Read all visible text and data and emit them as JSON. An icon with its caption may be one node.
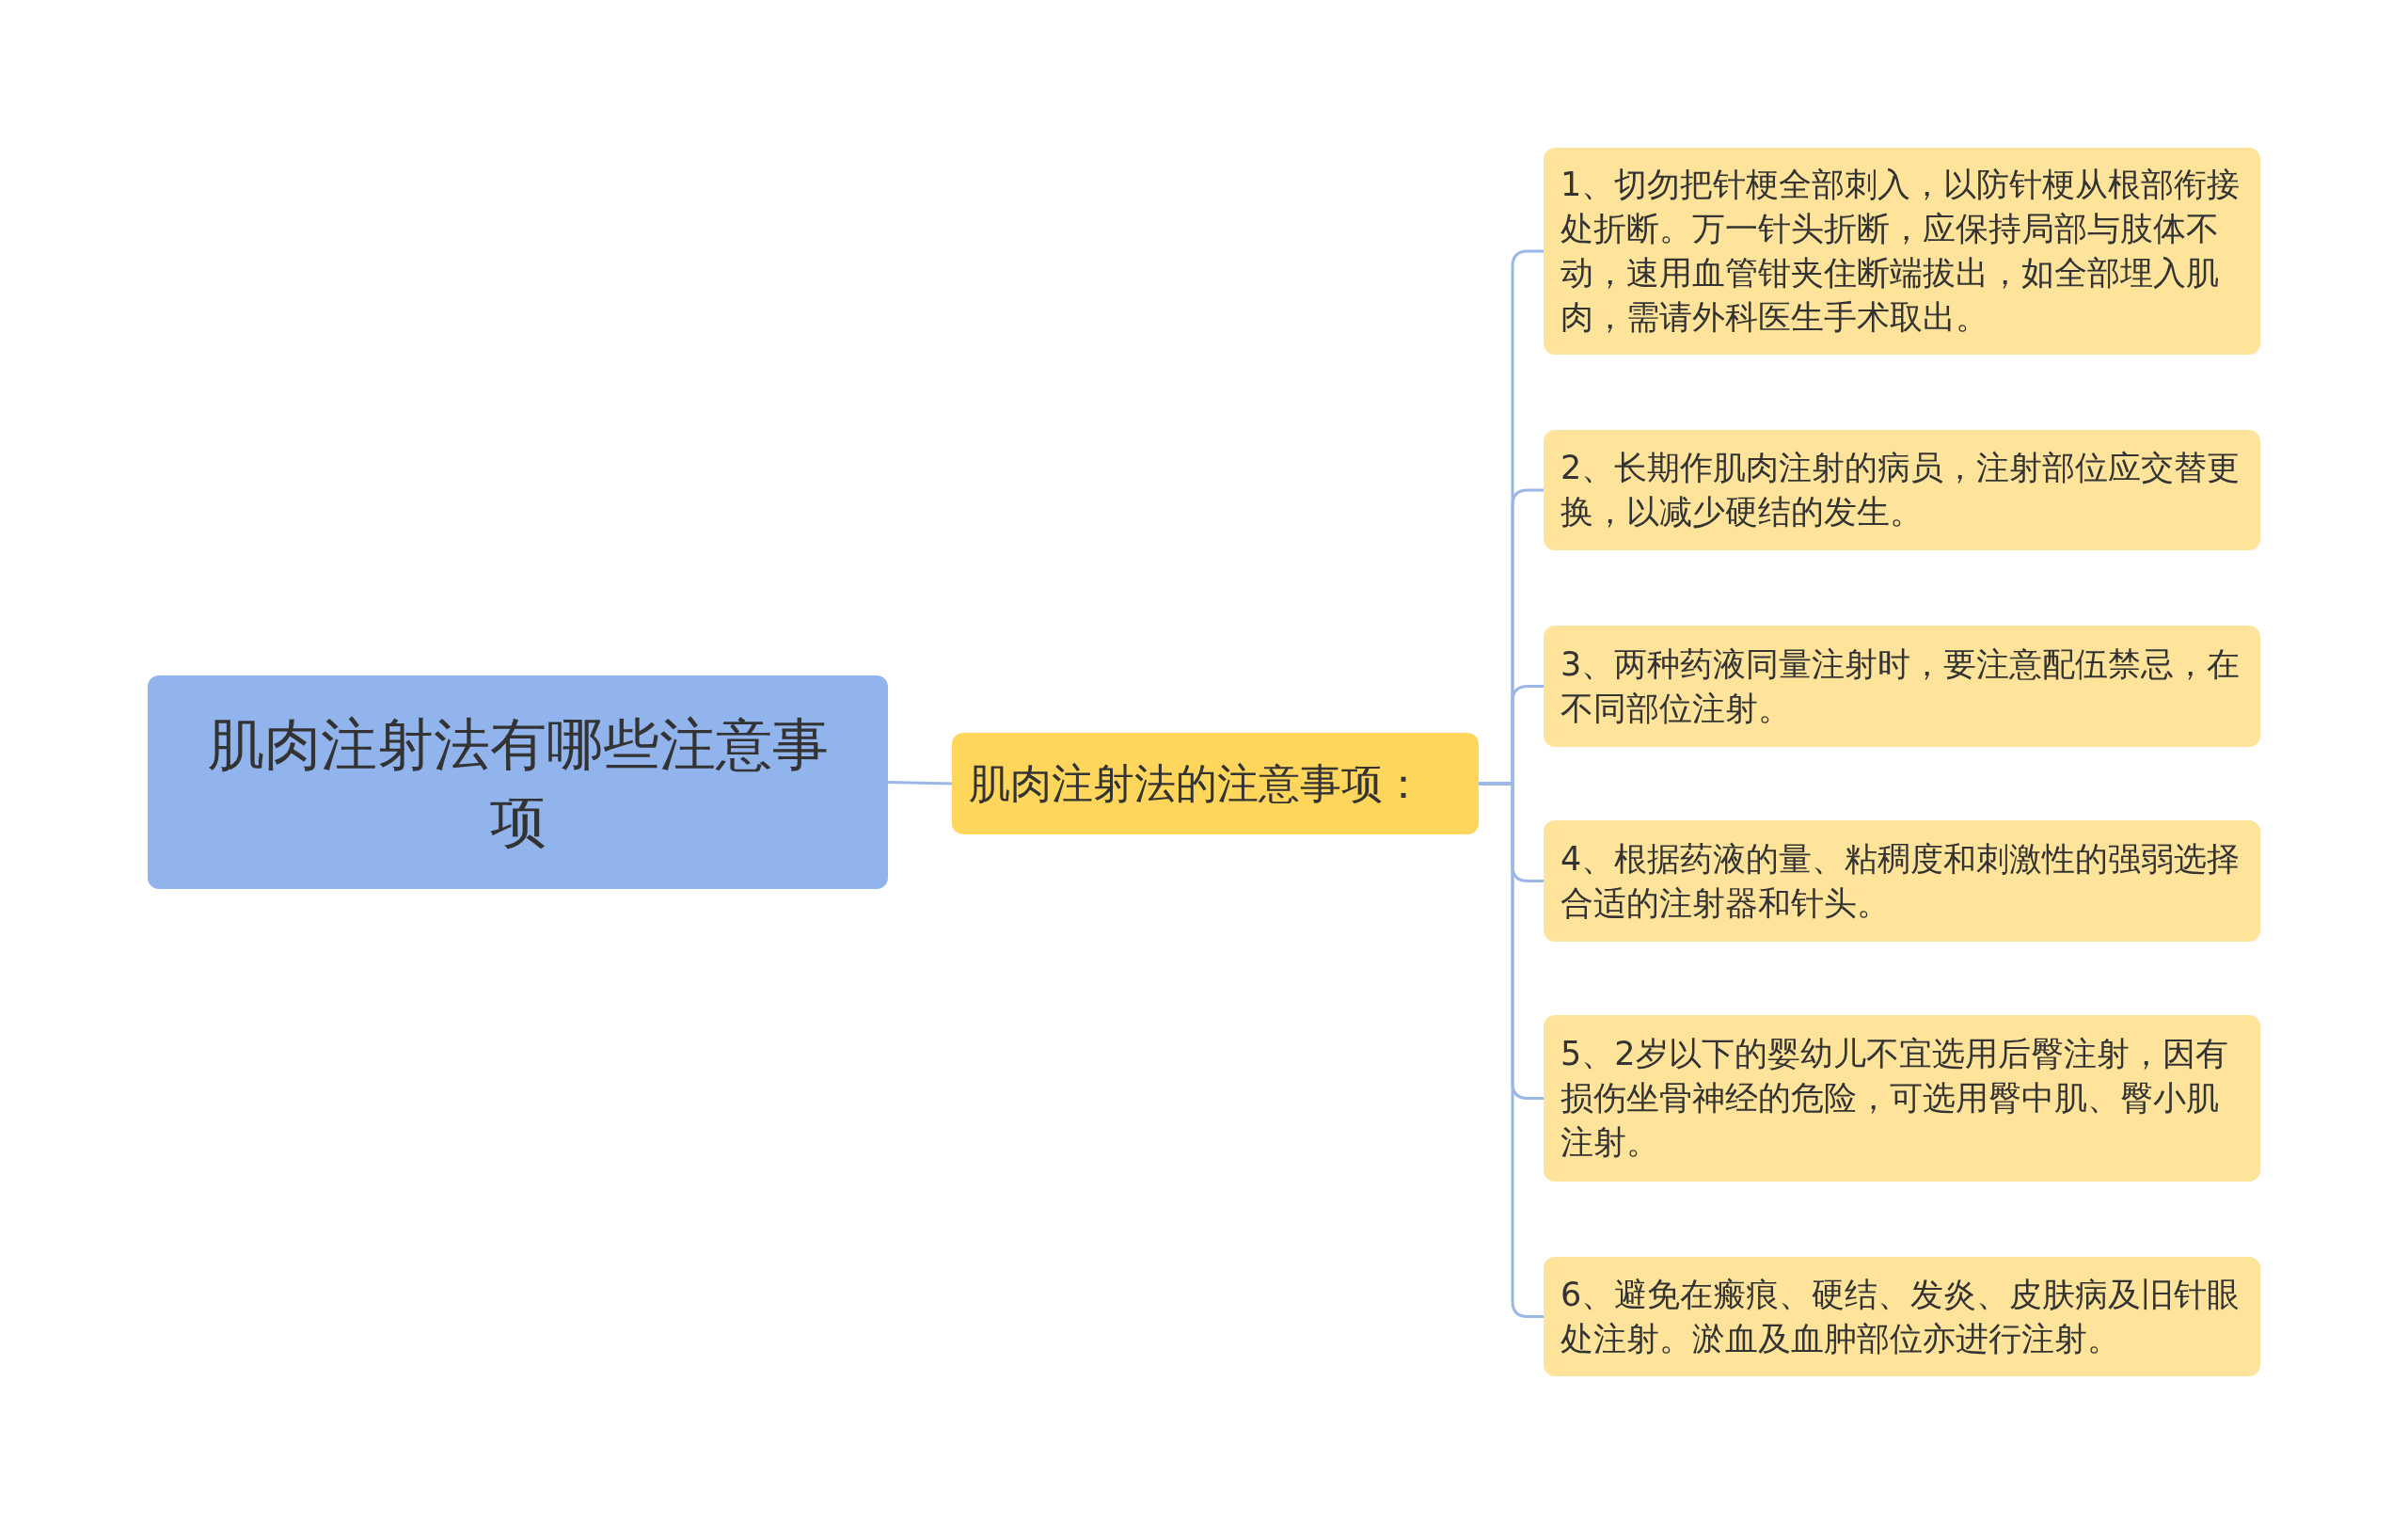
{
  "diagram": {
    "nodes": [
      {
        "text": [
          "肌肉注射法有哪些注意事项"
        ]
      },
      {
        "text": [
          "肌肉注射法的注意事项："
        ]
      },
      {
        "text": [
          "1、切勿把针梗全部刺入，以防针梗从根部衔接处折断。万一针头折断，应保持局部与肢体不动，速用血管钳夹住断端拔出，如全部埋入肌肉，需请外科医生手术取出。"
        ]
      },
      {
        "text": [
          "2、长期作肌肉注射的病员，注射部位应交替更换，以减少硬结的发生。"
        ]
      },
      {
        "text": [
          "3、两种药液同量注射时，要注意配伍禁忌，在不同部位注射。"
        ]
      },
      {
        "text": [
          "4、根据药液的量、粘稠度和刺激性的强弱选择合适的注射器和针头。"
        ]
      },
      {
        "text": [
          "5、2岁以下的婴幼儿不宜选用后臀注射，因有损伤坐骨神经的危险，可选用臀中肌、臀小肌注射。"
        ]
      },
      {
        "text": [
          "6、避免在瘢痕、硬结、发炎、皮肤病及旧针眼处注射。淤血及血肿部位亦进行注射。"
        ]
      }
    ],
    "edges": [
      {
        "from": 0,
        "to": 1,
        "arrow": "none"
      },
      {
        "from": 1,
        "to": 2,
        "arrow": "none"
      },
      {
        "from": 1,
        "to": 3,
        "arrow": "none"
      },
      {
        "from": 1,
        "to": 4,
        "arrow": "none"
      },
      {
        "from": 1,
        "to": 5,
        "arrow": "none"
      },
      {
        "from": 1,
        "to": 6,
        "arrow": "none"
      },
      {
        "from": 1,
        "to": 7,
        "arrow": "none"
      }
    ]
  }
}
